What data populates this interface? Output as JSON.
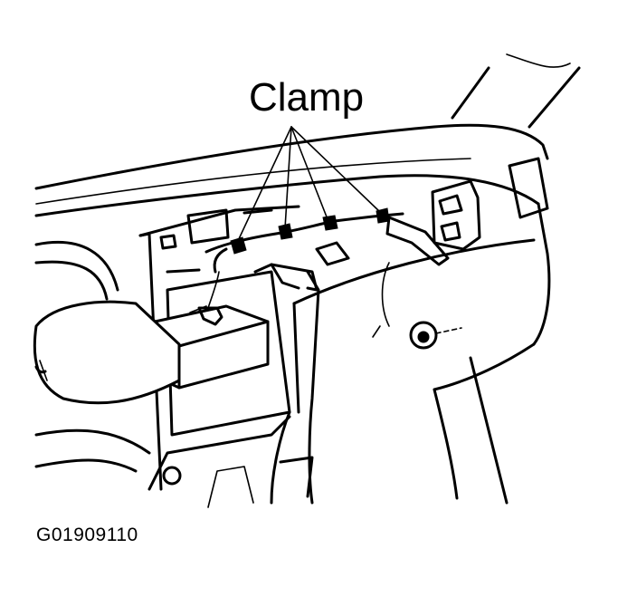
{
  "diagram": {
    "callout_label": "Clamp",
    "figure_id": "G01909110"
  },
  "icons": {
    "clamp": "clamp-icon",
    "leader": "leader-line",
    "bracket": "bracket-icon",
    "glove_box": "glove-box-icon"
  }
}
